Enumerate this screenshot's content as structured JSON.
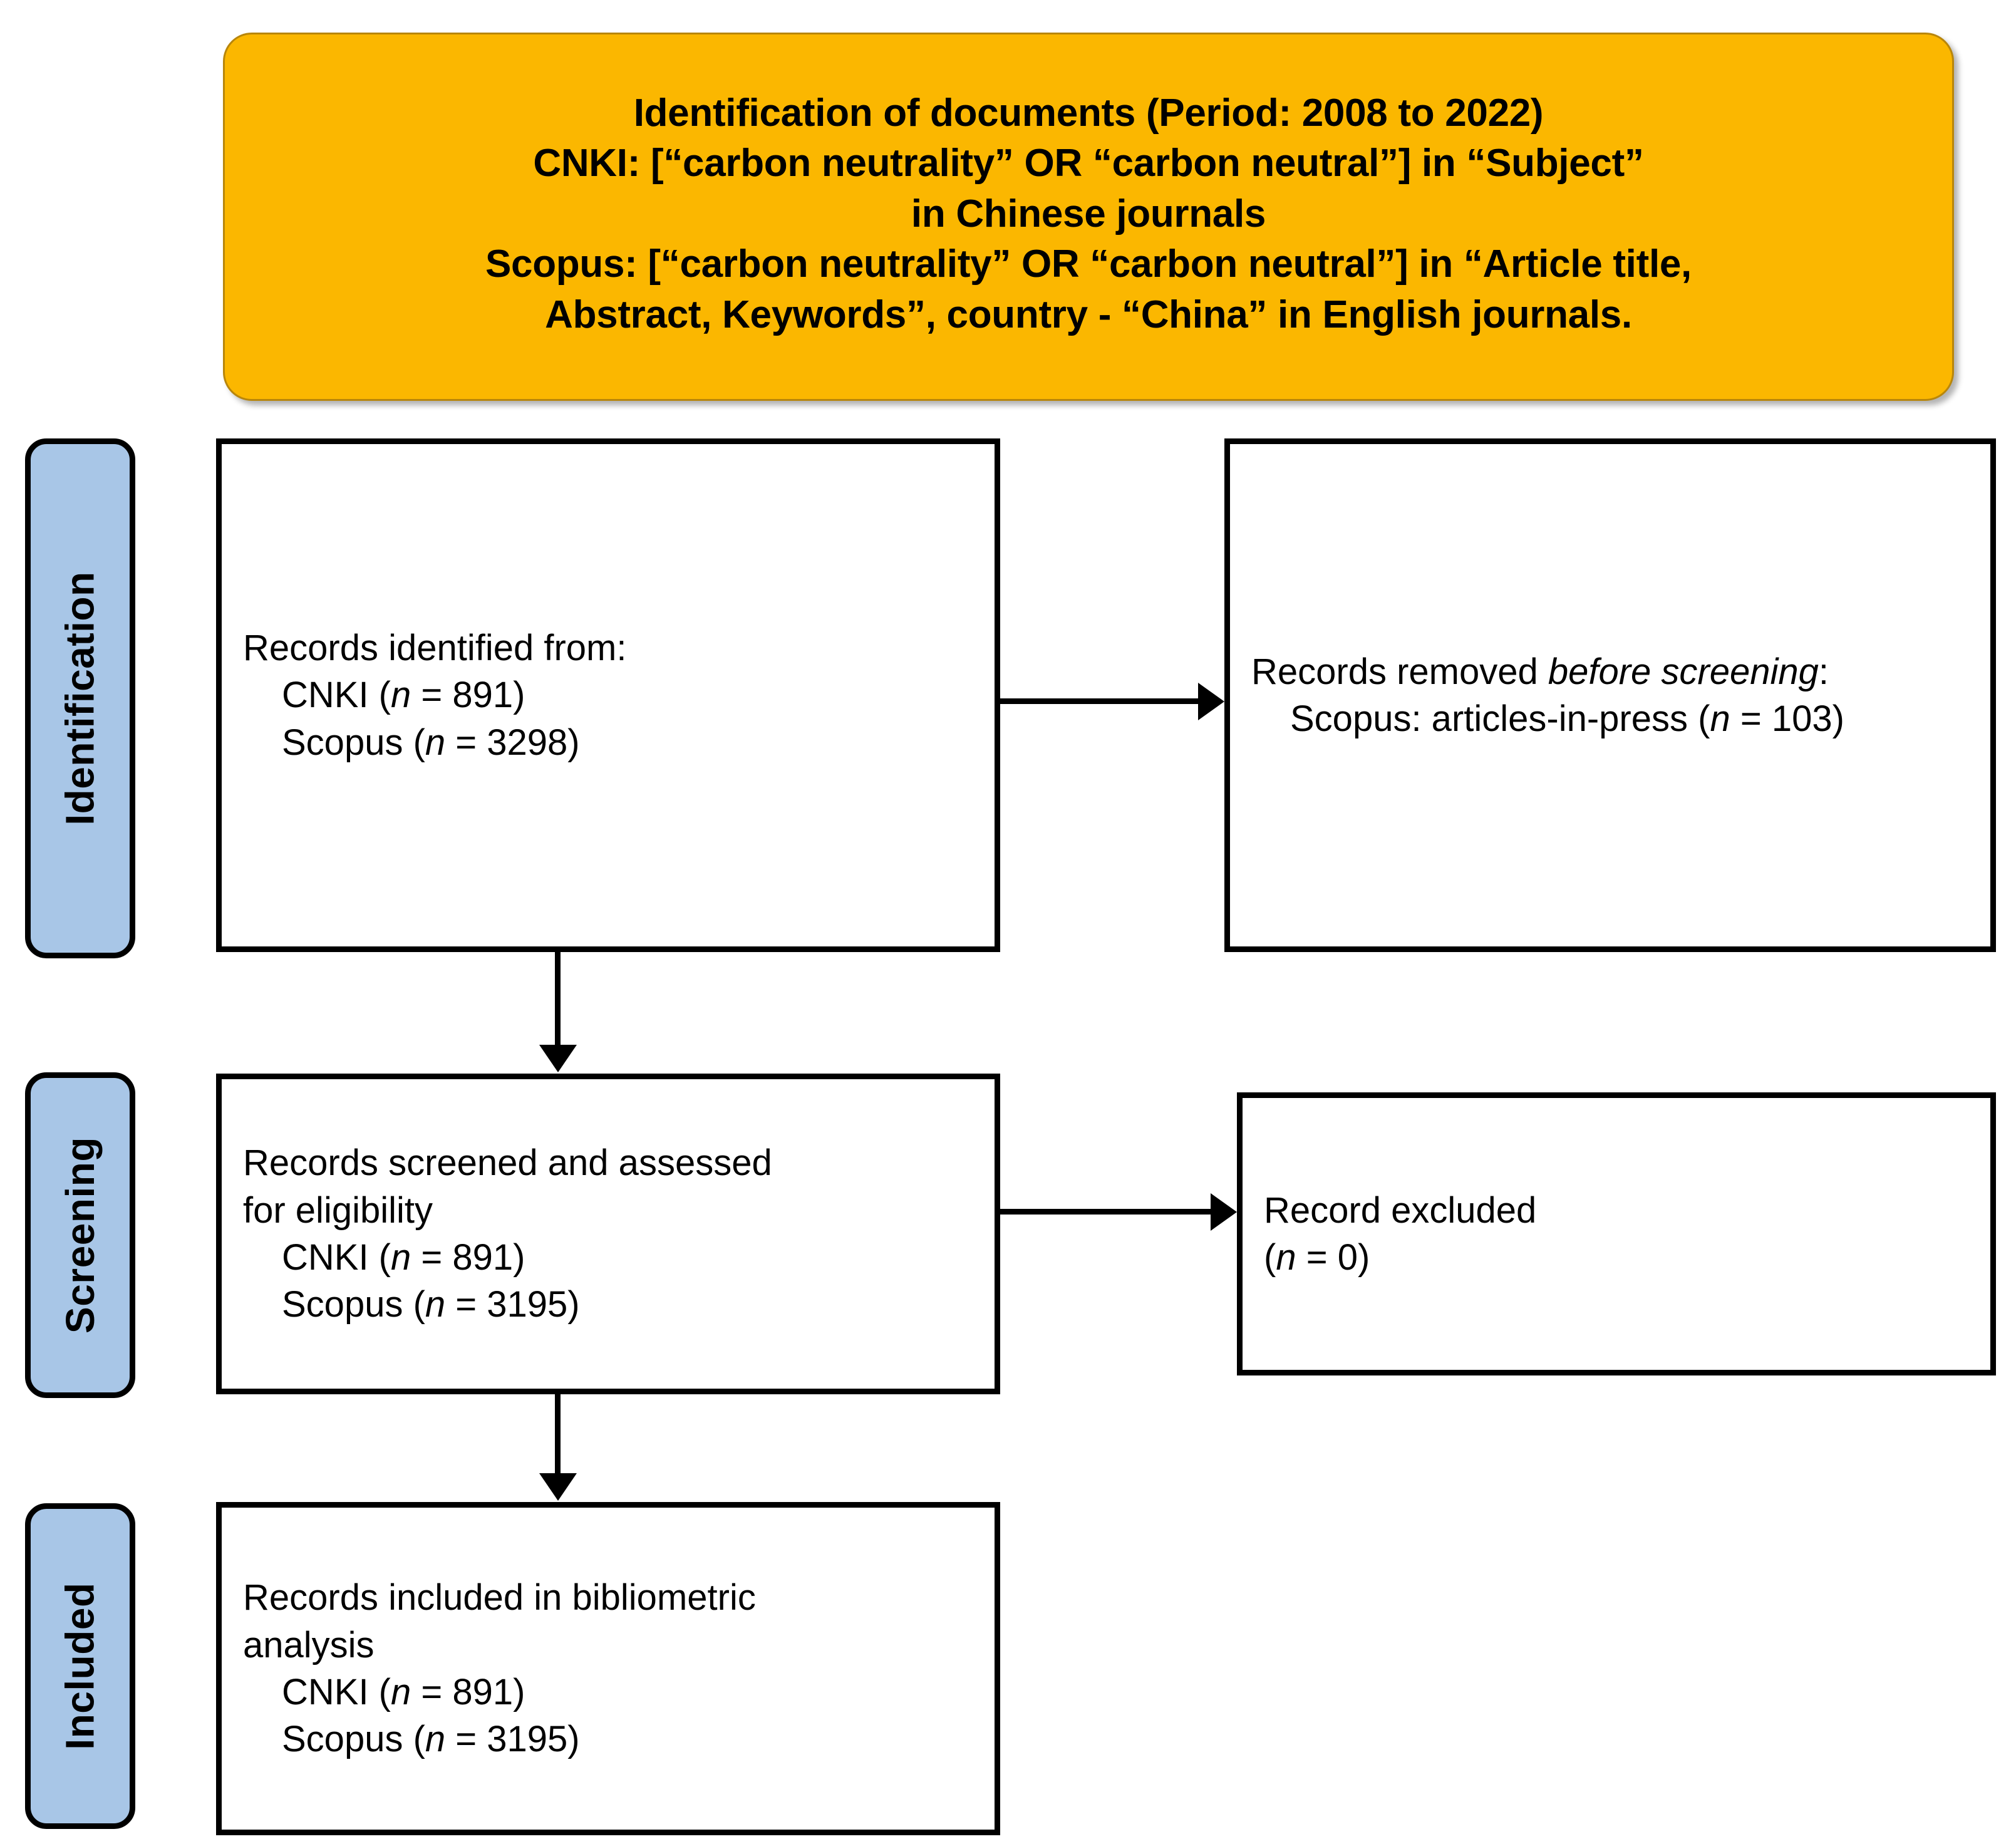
{
  "header": {
    "lines": [
      "Identification of documents (Period: 2008 to 2022)",
      "CNKI: [“carbon neutrality” OR “carbon neutral”] in “Subject”",
      "in Chinese journals",
      "Scopus: [“carbon neutrality” OR “carbon neutral”] in “Article title,",
      "Abstract, Keywords”, country - “China” in English journals."
    ],
    "background_color": "#FBB700"
  },
  "phases": [
    {
      "id": "identification",
      "label": "Identification",
      "background_color": "#A8C6E7"
    },
    {
      "id": "screening",
      "label": "Screening",
      "background_color": "#A8C6E7"
    },
    {
      "id": "included",
      "label": "Included",
      "background_color": "#A8C6E7"
    }
  ],
  "boxes": {
    "identified": {
      "title": "Records identified from:",
      "items": [
        {
          "source": "CNKI",
          "n": "891",
          "text": "CNKI (n = 891)"
        },
        {
          "source": "Scopus",
          "n": "3298",
          "text": "Scopus (n = 3298)"
        }
      ]
    },
    "removed": {
      "title_plain": "Records removed ",
      "title_italic": "before screening",
      "title_suffix": ":",
      "items": [
        {
          "source": "Scopus",
          "n": "103",
          "text": "Scopus: articles-in-press (n = 103)"
        }
      ]
    },
    "screened": {
      "title_line1": "Records screened and assessed",
      "title_line2": "for eligibility",
      "items": [
        {
          "source": "CNKI",
          "n": "891",
          "text": "CNKI (n = 891)"
        },
        {
          "source": "Scopus",
          "n": "3195",
          "text": "Scopus (n = 3195)"
        }
      ]
    },
    "excluded": {
      "title": "Record excluded",
      "count_text": "(n = 0)",
      "n": "0"
    },
    "included": {
      "title_line1": "Records included in bibliometric",
      "title_line2": "analysis",
      "items": [
        {
          "source": "CNKI",
          "n": "891",
          "text": "CNKI (n = 891)"
        },
        {
          "source": "Scopus",
          "n": "3195",
          "text": "Scopus (n = 3195)"
        }
      ]
    }
  },
  "arrows": [
    {
      "id": "identified-to-removed",
      "direction": "right"
    },
    {
      "id": "identified-to-screened",
      "direction": "down"
    },
    {
      "id": "screened-to-excluded",
      "direction": "right"
    },
    {
      "id": "screened-to-included",
      "direction": "down"
    }
  ]
}
